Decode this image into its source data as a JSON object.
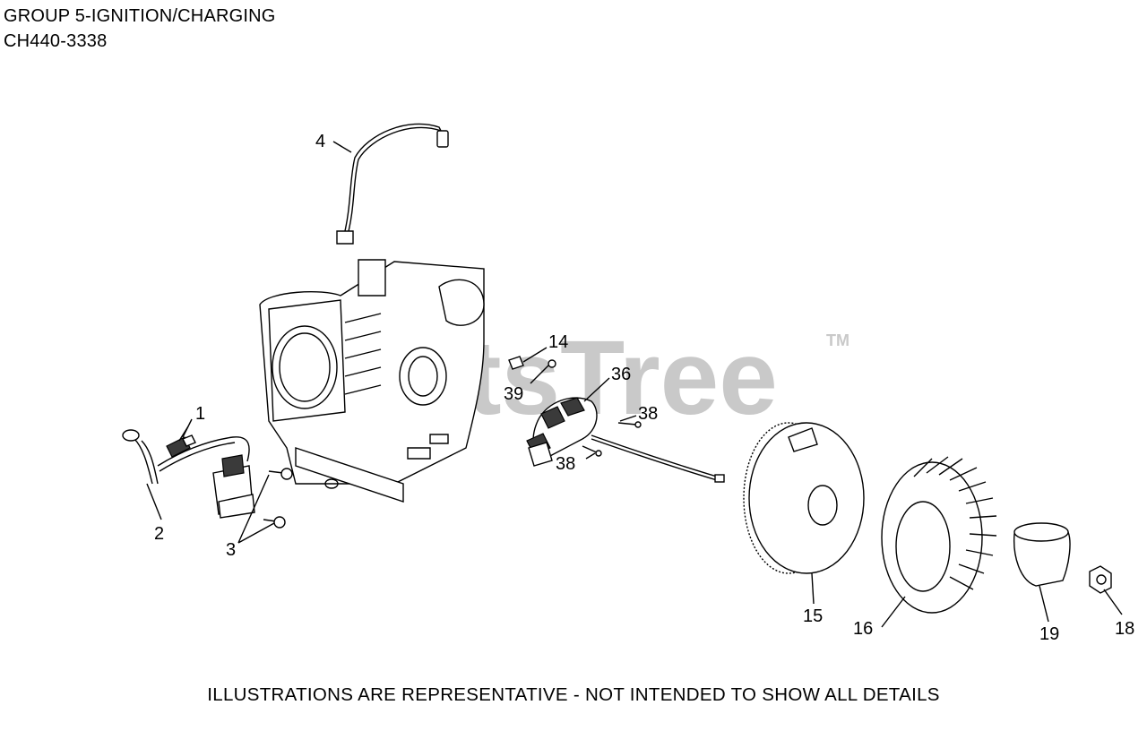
{
  "header": {
    "group": "GROUP 5-IGNITION/CHARGING",
    "model": "CH440-3338"
  },
  "watermark": {
    "text": "PartsTree",
    "tm": "TM"
  },
  "callouts": {
    "c1": "1",
    "c2": "2",
    "c3": "3",
    "c4": "4",
    "c14": "14",
    "c15": "15",
    "c16": "16",
    "c18": "18",
    "c19": "19",
    "c36": "36",
    "c38a": "38",
    "c38b": "38",
    "c39": "39"
  },
  "footer": {
    "note": "ILLUSTRATIONS ARE REPRESENTATIVE - NOT INTENDED TO SHOW ALL DETAILS"
  },
  "colors": {
    "watermark": "#c9c9c9",
    "line": "#000000",
    "background": "#ffffff"
  }
}
